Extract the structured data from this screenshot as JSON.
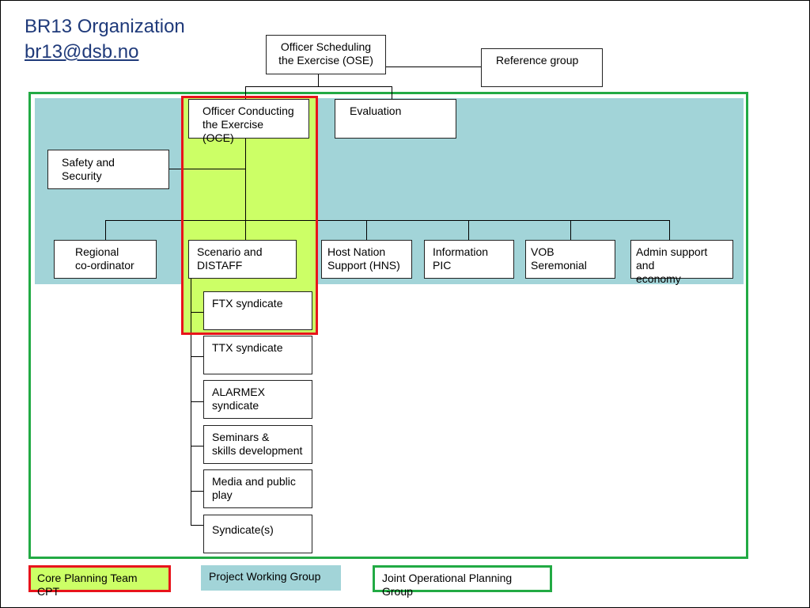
{
  "header": {
    "title": "BR13 Organization",
    "email": "br13@dsb.no"
  },
  "boxes": {
    "ose": "Officer Scheduling\nthe Exercise (OSE)",
    "reference": "Reference group",
    "oce": "Officer Conducting\nthe Exercise (OCE)",
    "evaluation": "Evaluation",
    "safety": "Safety and Security",
    "regional": "Regional\nco-ordinator",
    "scenario": "Scenario and\nDISTAFF",
    "hns": "Host Nation\nSupport (HNS)",
    "info": "Information\nPIC",
    "vob": "VOB\nSeremonial",
    "admin": "Admin support and\neconomy",
    "ftx": "FTX syndicate",
    "ttx": "TTX syndicate",
    "alarmex": "ALARMEX\nsyndicate",
    "seminars": "Seminars &\nskills development",
    "media": "Media and public\nplay",
    "syndicates": "Syndicate(s)"
  },
  "legend": {
    "cpt": "Core Planning Team CPT",
    "pwg": "Project Working Group",
    "jop": "Joint Operational Planning Group"
  },
  "colors": {
    "cpt_fill": "#ccff66",
    "cpt_border": "#e8141b",
    "pwg_fill": "#a2d4d8",
    "jop_border": "#22aa44",
    "title_color": "#1f3a7a"
  }
}
